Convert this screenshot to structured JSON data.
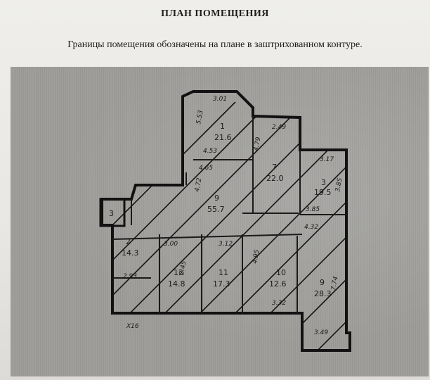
{
  "document": {
    "title": "ПЛАН ПОМЕЩЕНИЯ",
    "subtitle": "Границы помещения обозначены на плане в заштрихованном контуре."
  },
  "plan": {
    "rooms": [
      {
        "number": "1",
        "area": "21.6"
      },
      {
        "number": "2",
        "area": "14.3"
      },
      {
        "number": "3",
        "area": ""
      },
      {
        "number": "3",
        "area": "19.5"
      },
      {
        "number": "7",
        "area": "22.0"
      },
      {
        "number": "9",
        "area": "55.7"
      },
      {
        "number": "10",
        "area": "12.6"
      },
      {
        "number": "11",
        "area": "17.3"
      },
      {
        "number": "12",
        "area": "14.8"
      },
      {
        "number": "9",
        "area": "28.3"
      }
    ],
    "dimensions": [
      "3.01",
      "4.53",
      "4.65",
      "2.49",
      "3.17",
      "3.85",
      "3.00",
      "3.12",
      "2.93",
      "3.32",
      "3.49",
      "7.74",
      "5.53",
      "4.79",
      "4.72",
      "4.95",
      "3.85",
      "2.45",
      "X16",
      "4.32"
    ]
  }
}
